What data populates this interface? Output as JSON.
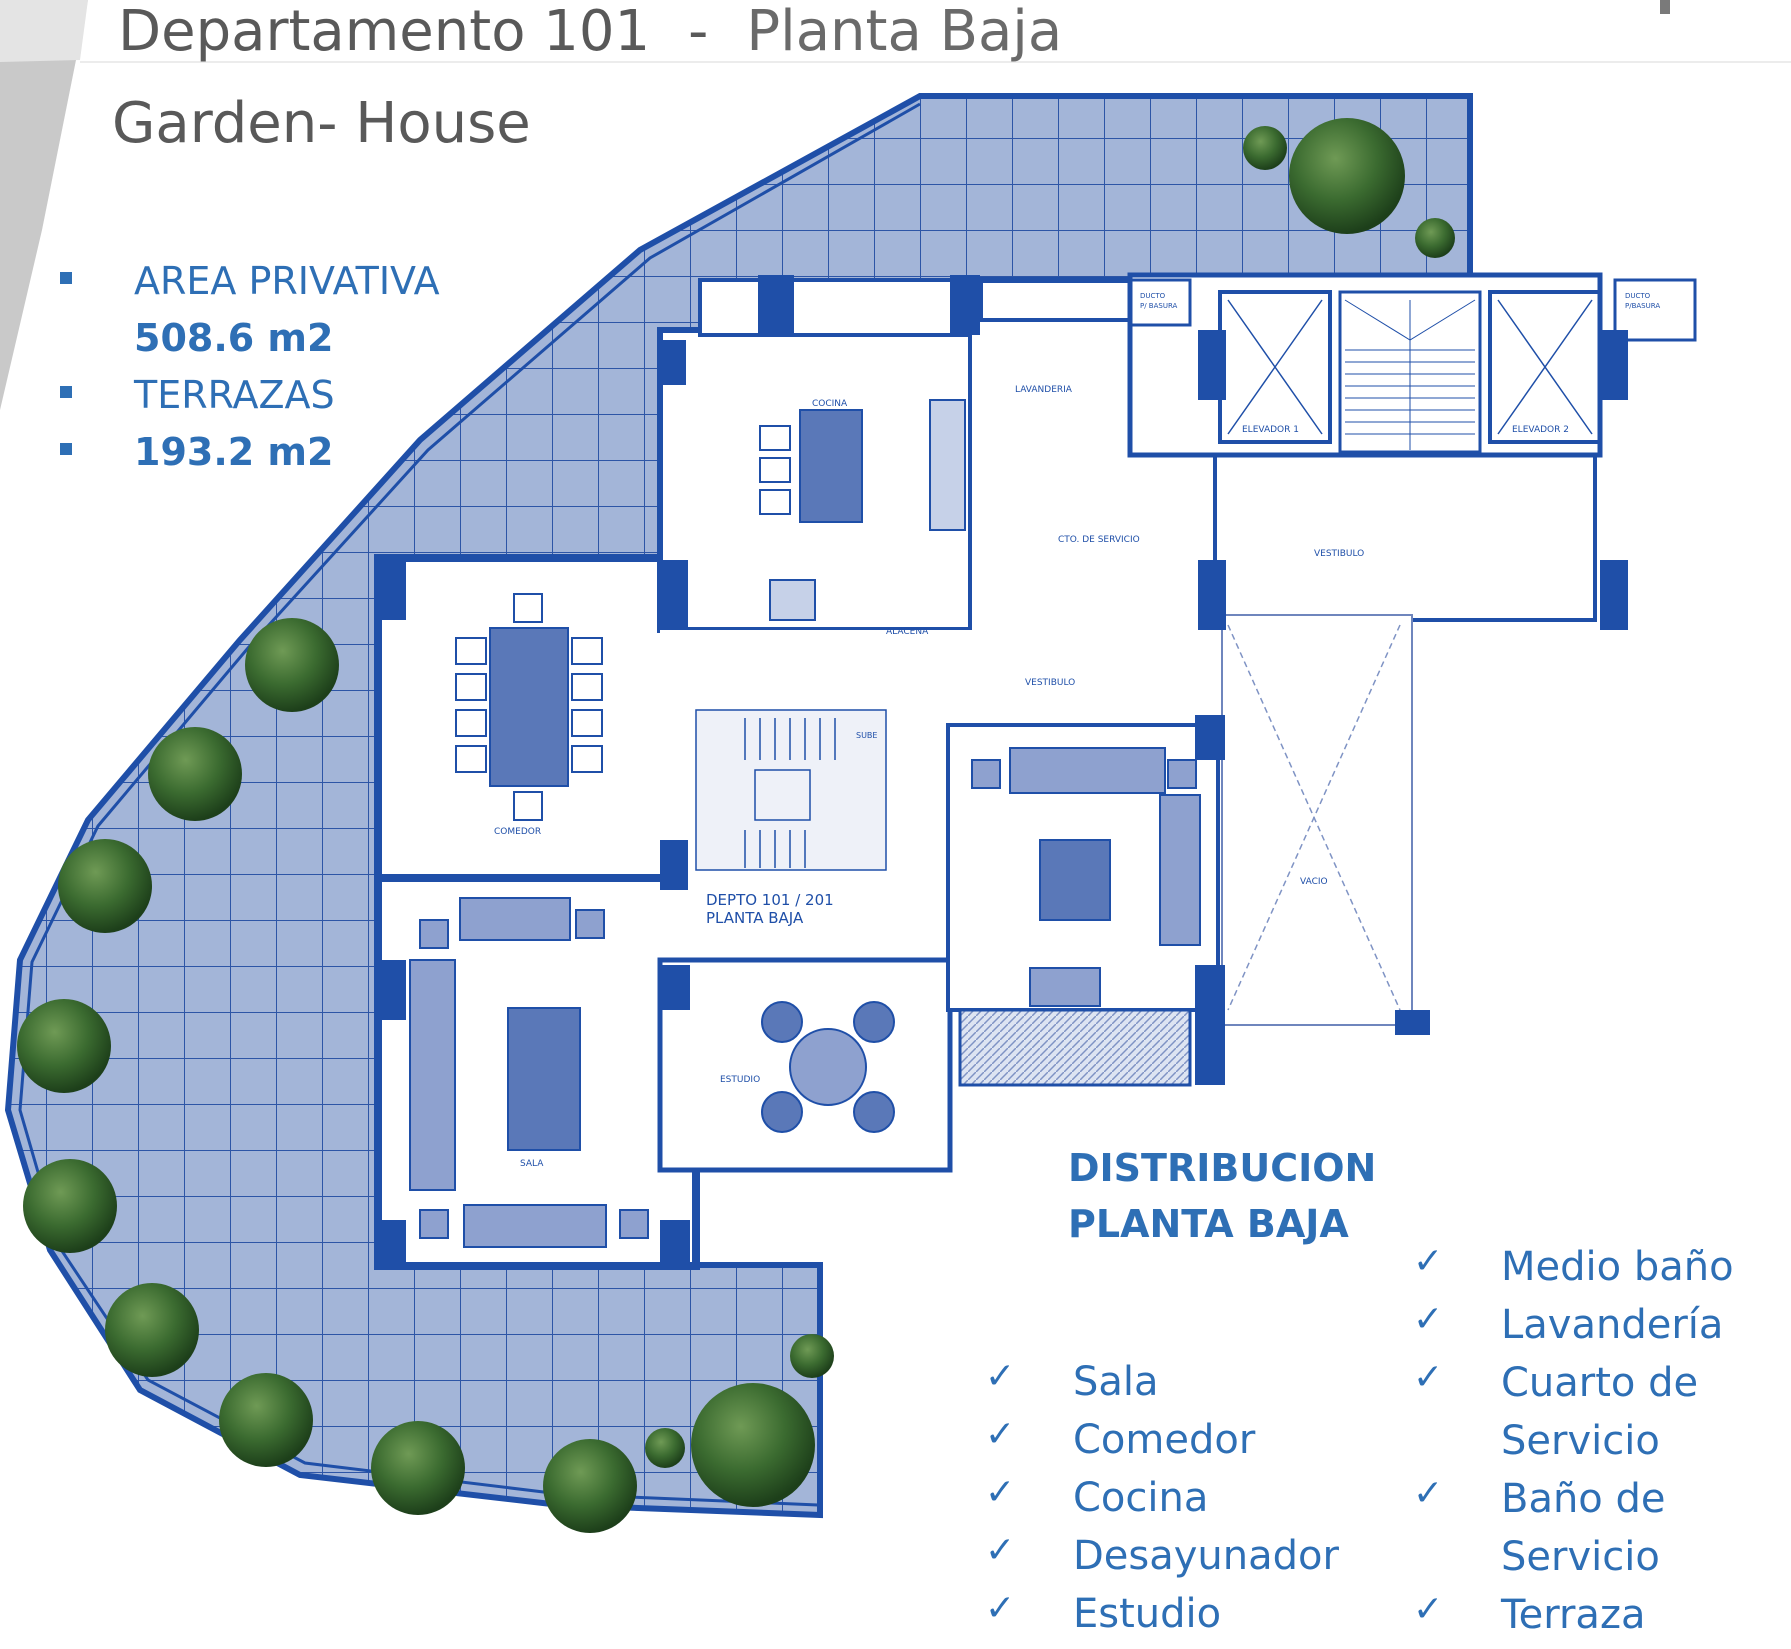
{
  "header": {
    "unit_title": "Departamento 101",
    "separator": "-",
    "floor_label": "Planta Baja",
    "subtitle": "Garden- House"
  },
  "stats": [
    {
      "label": "AREA PRIVATIVA",
      "value": "508.6 m2"
    },
    {
      "label": "TERRAZAS",
      "value": "193.2 m2"
    }
  ],
  "plan_labels": {
    "cocina": "COCINA",
    "lavanderia": "LAVANDERIA",
    "cto_servicio": "CTO. DE SERVICIO",
    "alacena": "ALACENA",
    "comedor": "COMEDOR",
    "sala": "SALA",
    "estudio": "ESTUDIO",
    "vestibulo": "VESTIBULO",
    "vestibulo2": "VESTIBULO",
    "vacio": "VACIO",
    "elevador1": "ELEVADOR 1",
    "elevador2": "ELEVADOR 2",
    "ducto1a": "DUCTO",
    "ducto1b": "P/ BASURA",
    "ducto2a": "DUCTO",
    "ducto2b": "P/BASURA",
    "sube": "SUBE",
    "depto_line1": "DEPTO    101 / 201",
    "depto_line2": "PLANTA  BAJA"
  },
  "distribution": {
    "title_line1": "DISTRIBUCION",
    "title_line2": "PLANTA BAJA",
    "check_icon": "checkmark-icon",
    "left_items": [
      "Sala",
      "Comedor",
      "Cocina",
      "Desayunador",
      "Estudio"
    ],
    "right_items": [
      {
        "line1": "Medio baño",
        "line2": ""
      },
      {
        "line1": "Lavandería",
        "line2": ""
      },
      {
        "line1": "Cuarto de",
        "line2": "Servicio"
      },
      {
        "line1": "Baño de",
        "line2": "Servicio"
      },
      {
        "line1": "Terraza",
        "line2": ""
      }
    ]
  },
  "colors": {
    "accent": "#2e6fb5",
    "plan_blue": "#1f4fa8",
    "terrace_fill": "#9aaed3",
    "title_gray": "#595959",
    "tree_green": "#2f5e2a"
  }
}
